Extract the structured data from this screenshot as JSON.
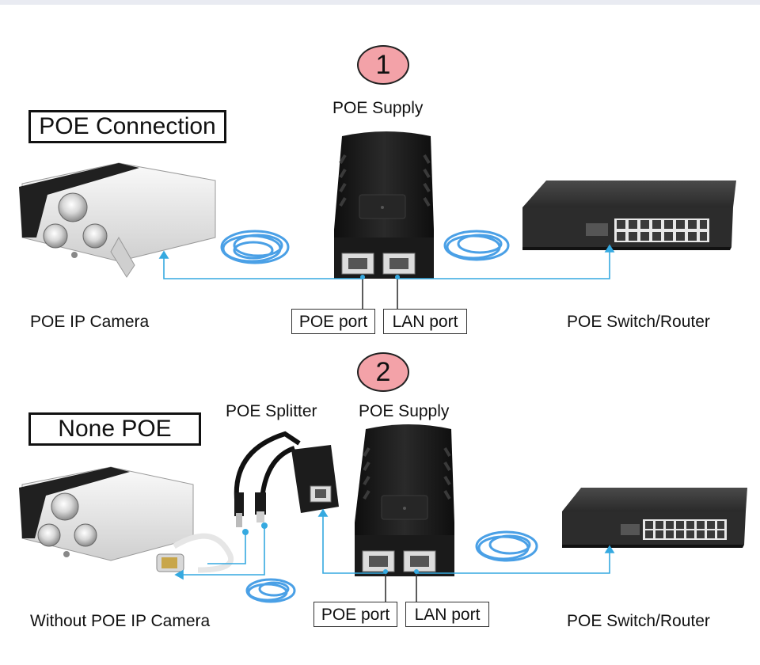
{
  "sections": [
    {
      "number": "1",
      "heading": "POE Connection",
      "supply_label": "POE Supply",
      "camera_label": "POE IP Camera",
      "poe_port_label": "POE port",
      "lan_port_label": "LAN port",
      "switch_label": "POE Switch/Router"
    },
    {
      "number": "2",
      "heading": "None POE",
      "splitter_label": "POE Splitter",
      "supply_label": "POE Supply",
      "camera_label": "Without POE IP Camera",
      "poe_port_label": "POE port",
      "lan_port_label": "LAN port",
      "switch_label": "POE Switch/Router"
    }
  ],
  "colors": {
    "connector_line": "#35a9e0",
    "badge_fill": "#f3a2a8",
    "cable_blue": "#4aa0e6",
    "device_black": "#1c1c1c"
  },
  "icons": [
    "ip-camera-icon",
    "poe-injector-icon",
    "network-switch-icon",
    "ethernet-cable-icon",
    "poe-splitter-icon"
  ]
}
